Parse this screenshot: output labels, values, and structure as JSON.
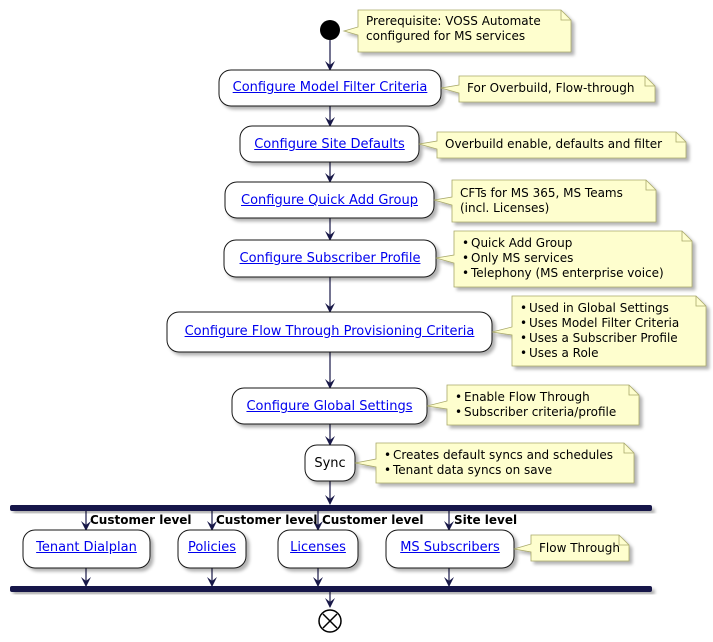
{
  "colors": {
    "activity_border": "#181818",
    "activity_fill": "#ffffff",
    "note_fill": "#fefece",
    "note_border": "#a8a86a",
    "arrow": "#181848",
    "link": "#0000ee"
  },
  "activities": {
    "model_filter": "Configure Model Filter Criteria",
    "site_defaults": "Configure Site Defaults",
    "quick_add_group": "Configure Quick Add Group",
    "subscriber_profile": "Configure Subscriber Profile",
    "flow_through": "Configure Flow Through Provisioning Criteria",
    "global_settings": "Configure Global Settings",
    "sync": "Sync",
    "tenant_dialplan": "Tenant Dialplan",
    "policies": "Policies",
    "licenses": "Licenses",
    "ms_subscribers": "MS Subscribers"
  },
  "notes": {
    "prerequisite": [
      "Prerequisite: VOSS Automate",
      "configured for MS services"
    ],
    "model_filter": "For Overbuild, Flow-through",
    "site_defaults": "Overbuild enable, defaults and filter",
    "quick_add_group": [
      "CFTs for MS 365, MS Teams",
      "(incl. Licenses)"
    ],
    "subscriber_profile": [
      "Quick Add Group",
      "Only MS services",
      "Telephony (MS enterprise voice)"
    ],
    "flow_through": [
      "Used in Global Settings",
      "Uses Model Filter Criteria",
      "Uses a Subscriber Profile",
      "Uses a Role"
    ],
    "global_settings": [
      "Enable Flow Through",
      "Subscriber criteria/profile"
    ],
    "sync": [
      "Creates default syncs and schedules",
      "Tenant data syncs on save"
    ],
    "ms_subscribers": "Flow Through"
  },
  "branch_labels": {
    "tenant_dialplan": "Customer level",
    "policies": "Customer level",
    "licenses": "Customer level",
    "ms_subscribers": "Site level"
  }
}
